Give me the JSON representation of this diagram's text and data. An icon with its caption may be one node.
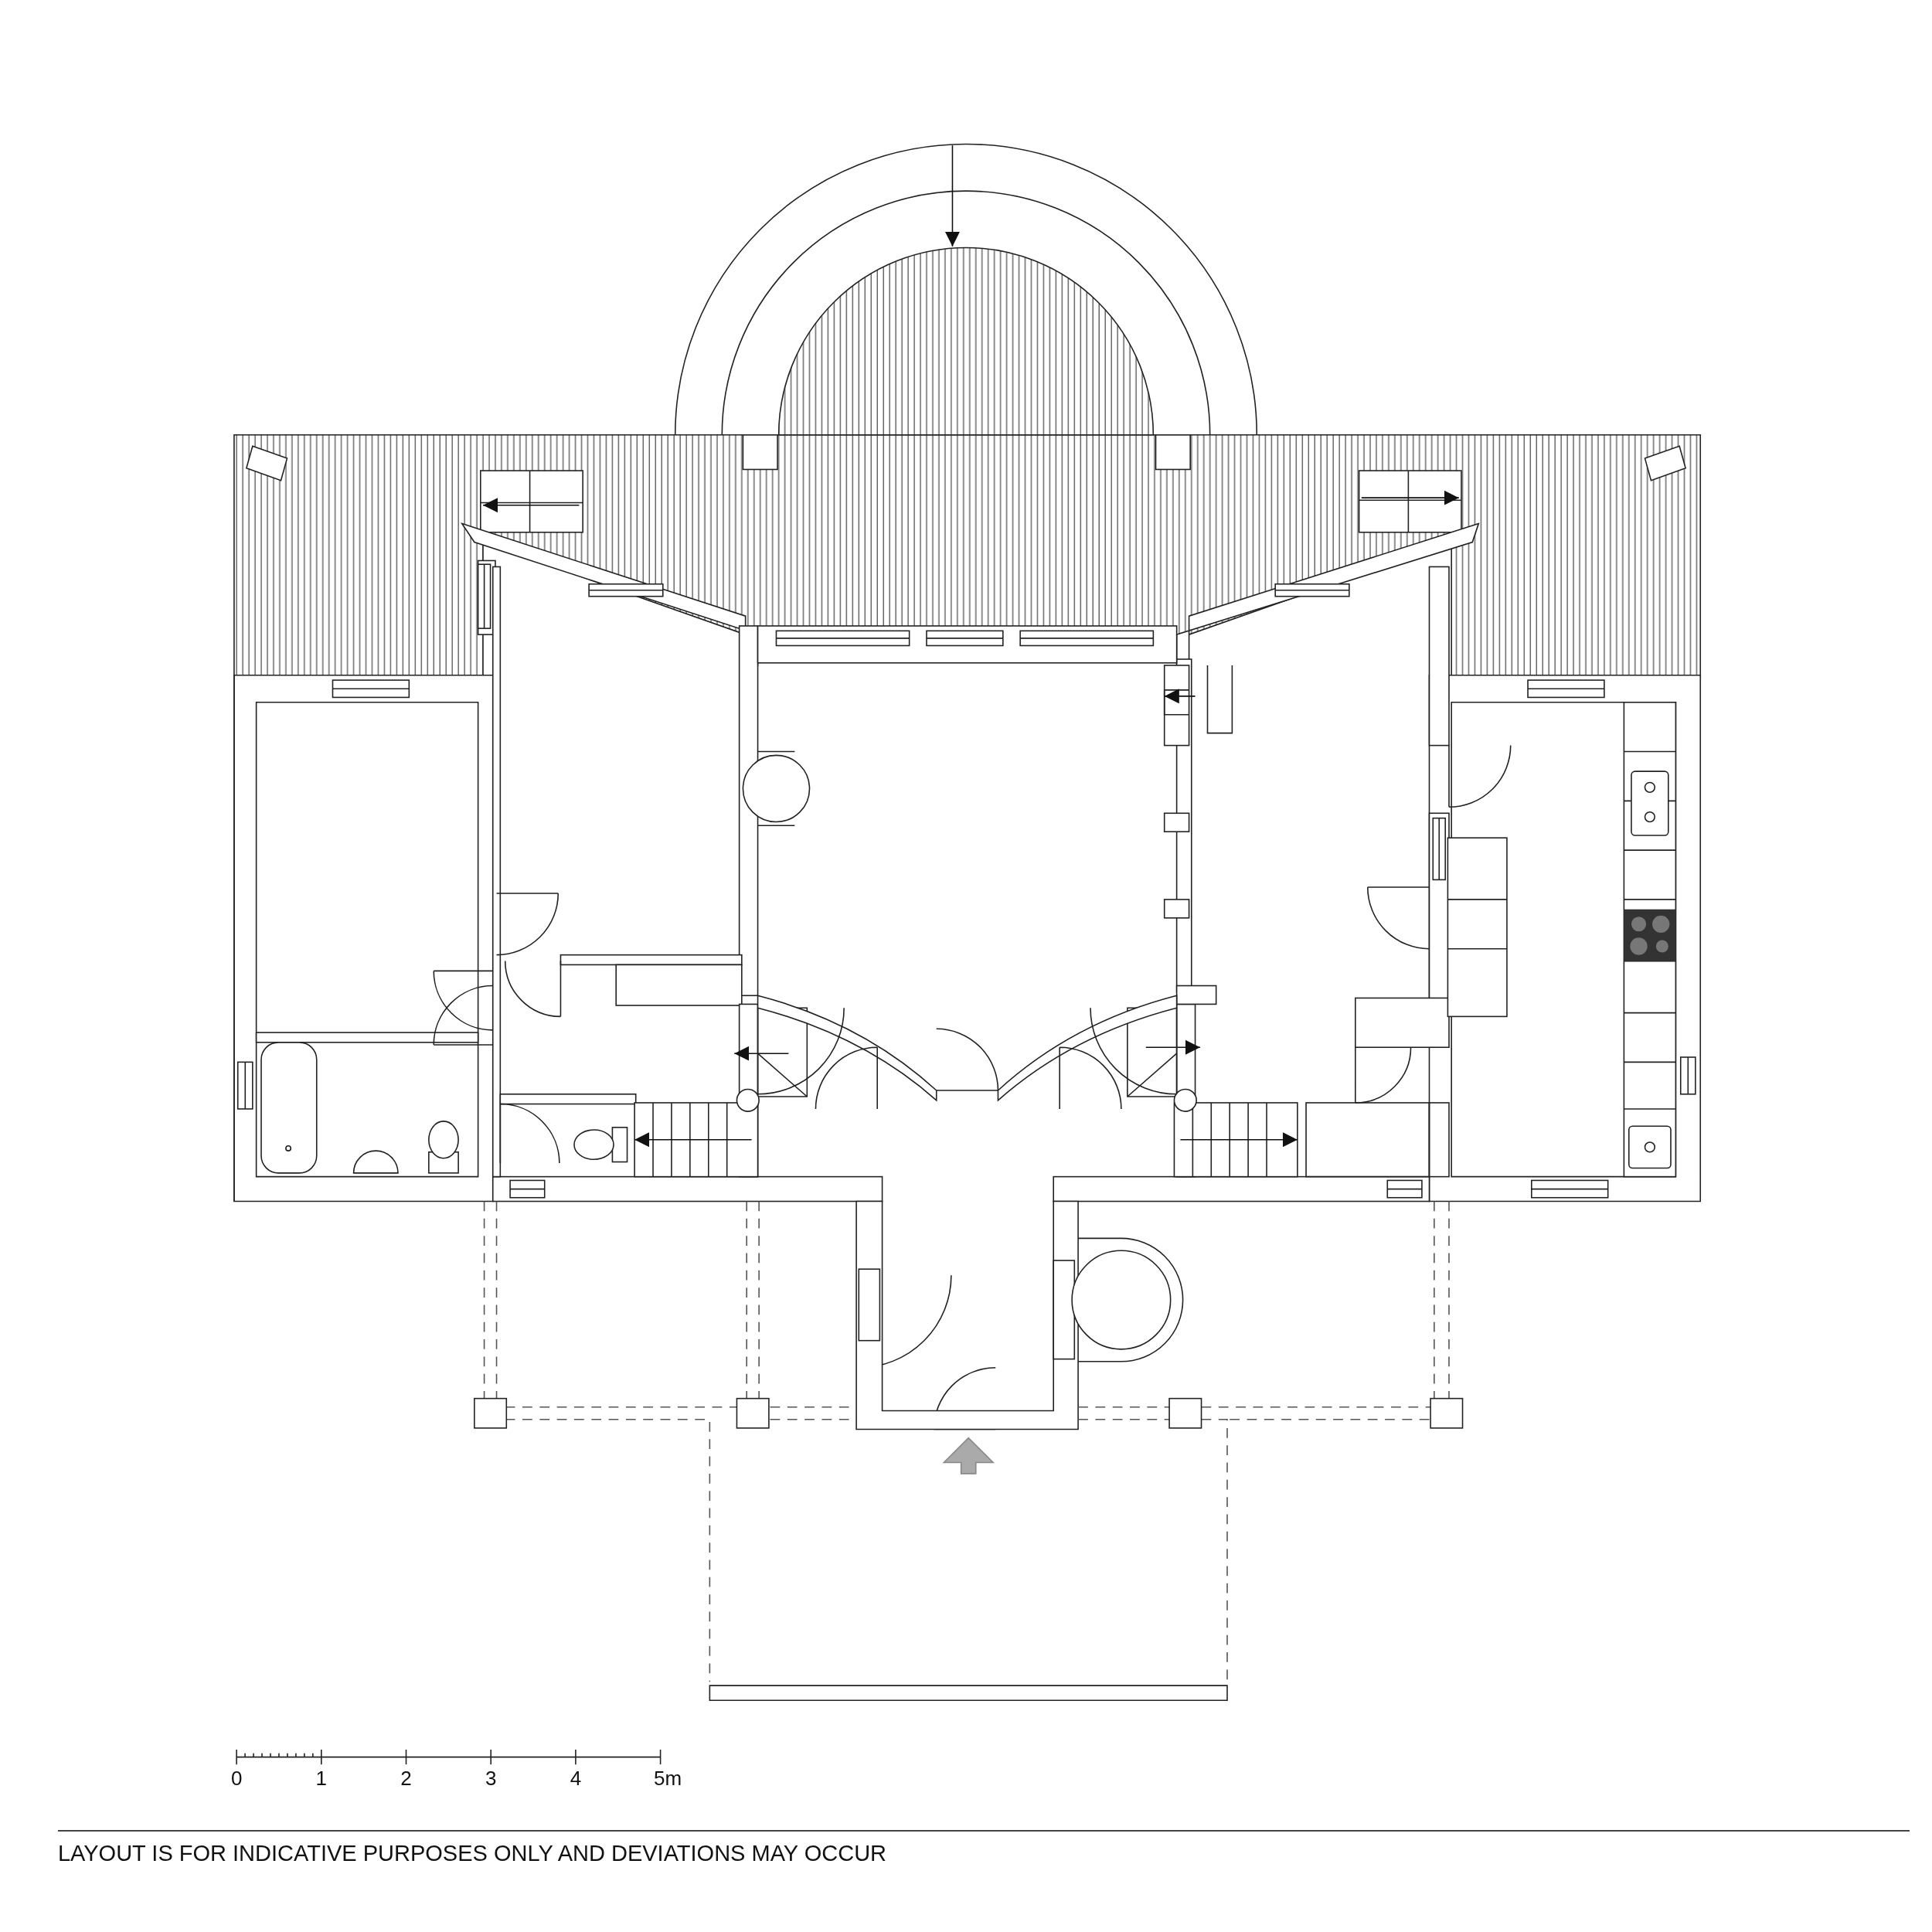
{
  "diagram": {
    "labels": [
      "0",
      "1",
      "2",
      "3",
      "4",
      "5m",
      "LAYOUT IS FOR INDICATIVE PURPOSES ONLY AND DEVIATIONS MAY OCCUR"
    ]
  }
}
